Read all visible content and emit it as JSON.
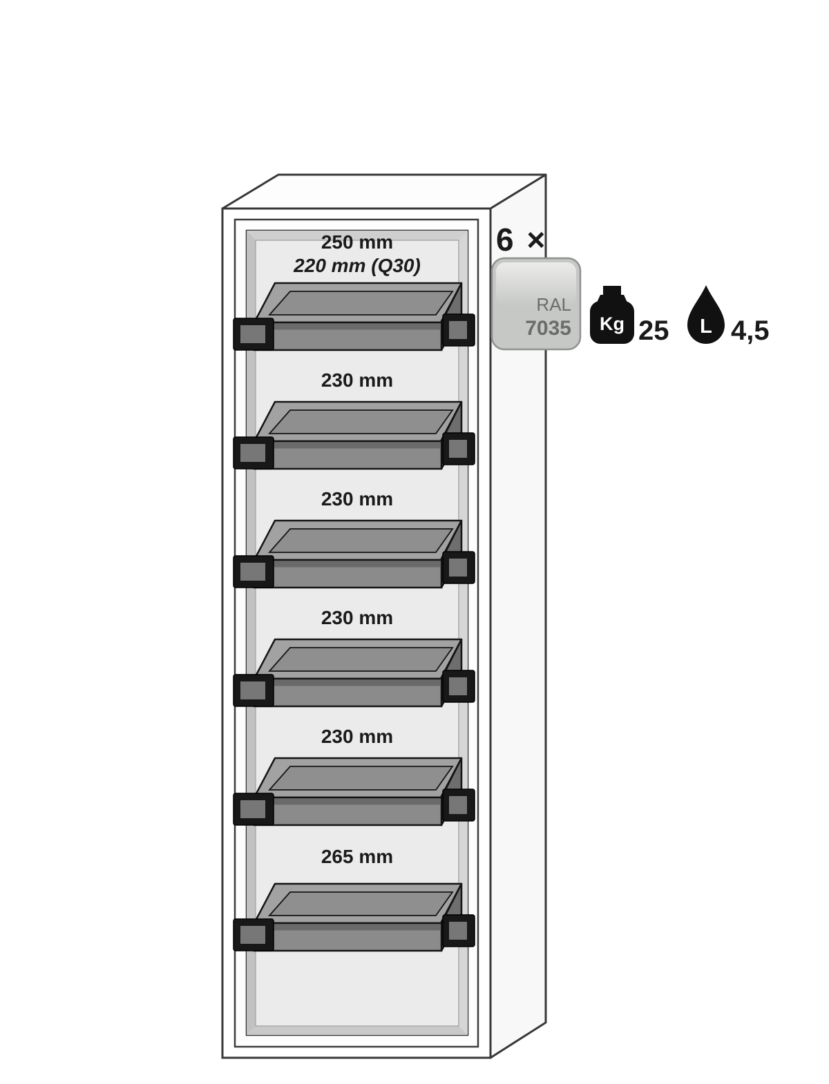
{
  "figure": {
    "drawer_count_label": "6 ×",
    "gap_labels": [
      {
        "line1": "250 mm",
        "line2": "220 mm (Q30)"
      },
      {
        "line1": "230 mm"
      },
      {
        "line1": "230 mm"
      },
      {
        "line1": "230 mm"
      },
      {
        "line1": "230 mm"
      },
      {
        "line1": "265 mm"
      }
    ],
    "color_chip": {
      "line1": "RAL",
      "line2": "7035",
      "hex": "#c6c8c5"
    },
    "load_badge": {
      "unit": "Kg",
      "value": "25"
    },
    "volume_badge": {
      "unit": "L",
      "value": "4,5"
    },
    "colors": {
      "outline": "#383838",
      "interior": "#e8e8e8",
      "tray_gray": "#9b9b9b",
      "icon_black": "#111111"
    }
  }
}
